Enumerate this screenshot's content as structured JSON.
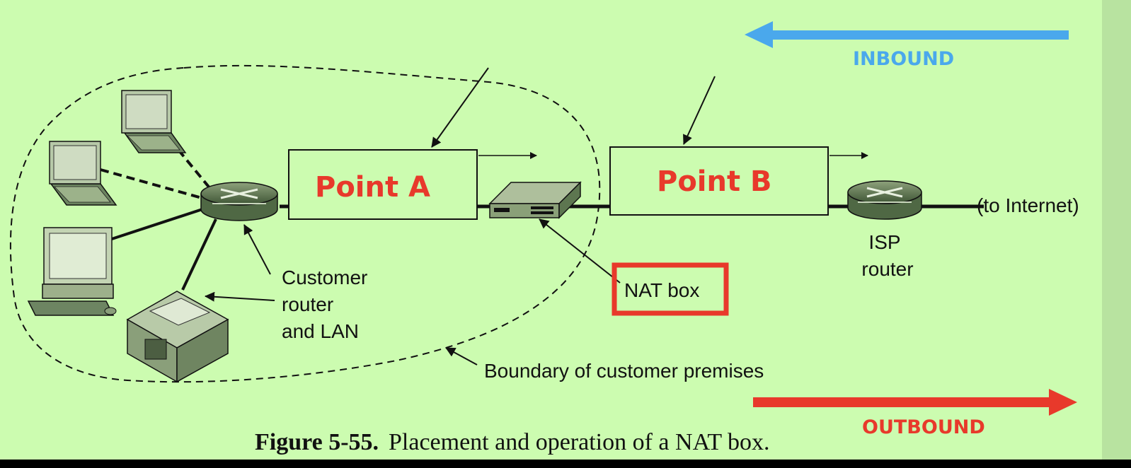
{
  "colors": {
    "background": "#ccfcb0",
    "right_edge": "#b8e3a0",
    "inbound": "#4aa8ec",
    "outbound": "#e8392b",
    "highlight": "#e8392b"
  },
  "labels": {
    "point_a": "Point A",
    "point_b": "Point B",
    "inbound": "INBOUND",
    "outbound": "OUTBOUND",
    "to_internet": "(to Internet)",
    "isp_router": [
      "ISP",
      "router"
    ],
    "customer_router": [
      "Customer",
      "router",
      "and LAN"
    ],
    "nat_box": "NAT box",
    "boundary": "Boundary of customer premises"
  },
  "caption": {
    "figure": "Figure 5-55.",
    "text": "Placement and operation of a NAT box."
  },
  "icons": [
    "laptop-icon",
    "desktop-computer-icon",
    "printer-icon",
    "router-icon",
    "nat-box-icon"
  ]
}
